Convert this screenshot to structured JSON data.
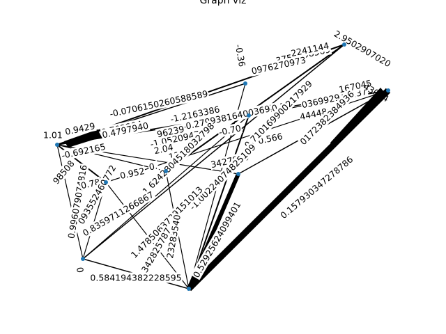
{
  "title": "Graph viz",
  "colors": {
    "node": "#1f77b4",
    "edge": "#000000",
    "label_bg": "#ffffff"
  },
  "nodes": [
    {
      "id": "n_left",
      "label": "1.01"
    },
    {
      "id": "n_top_mid",
      "label": "-0.36"
    },
    {
      "id": "n_top_right",
      "label": "2.9502907020"
    },
    {
      "id": "n_right",
      "label": "43044"
    },
    {
      "id": "n_mid_a",
      "label": ""
    },
    {
      "id": "n_mid_b",
      "label": ""
    },
    {
      "id": "n_mid_c",
      "label": ""
    },
    {
      "id": "n_mid_d",
      "label": ""
    },
    {
      "id": "n_bot_left",
      "label": "0"
    },
    {
      "id": "n_bottom",
      "label": ""
    }
  ],
  "edge_labels": [
    "-0.0706150260588589",
    "0.702294",
    "0.4797940",
    "-1.2163386",
    "3751598569",
    "0.3",
    "-0.27993816400369",
    "0976270973",
    "2241144",
    "-0.692165",
    "-0.70",
    "-1.05209470",
    "2.04",
    "96239",
    "0.9429",
    "98508",
    "0.996079074816",
    "0.78",
    "0.952",
    "0.",
    "13",
    "-1.6242804518032798",
    "3427840",
    "0.566",
    "0.710169900217929",
    "036992911137",
    "167045",
    "44448",
    "0172382384936",
    "-1.00224074825109",
    "0.157930347278786",
    "0.8359711266867",
    "093552460772",
    "1.4785063729151013",
    "0.52925624099401",
    "23283540",
    "342825787",
    "0.584194382228595"
  ]
}
